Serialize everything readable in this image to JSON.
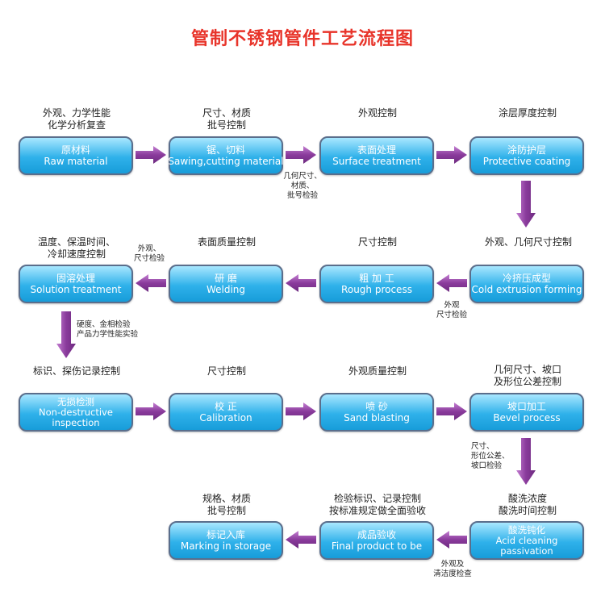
{
  "title": "管制不锈钢管件工艺流程图",
  "steps": [
    {
      "cn": "原材料",
      "en": "Raw material",
      "label": [
        "外观、力学性能",
        "化学分析复查"
      ]
    },
    {
      "cn": "锯、切料",
      "en": "Sawing,cutting material",
      "label": [
        "尺寸、材质",
        "批号控制"
      ]
    },
    {
      "cn": "表面处理",
      "en": "Surface treatment",
      "label": [
        "外观控制"
      ]
    },
    {
      "cn": "涂防护层",
      "en": "Protective coating",
      "label": [
        "涂层厚度控制"
      ]
    },
    {
      "cn": "冷挤压成型",
      "en": "Cold extrusion forming",
      "label": [
        "外观、几何尺寸控制"
      ]
    },
    {
      "cn": "粗 加 工",
      "en": "Rough process",
      "label": [
        "尺寸控制"
      ]
    },
    {
      "cn": "研 磨",
      "en": "Welding",
      "label": [
        "表面质量控制"
      ]
    },
    {
      "cn": "固溶处理",
      "en": "Solution treatment",
      "label": [
        "温度、保温时间、",
        "冷却速度控制"
      ]
    },
    {
      "cn": "无损检测",
      "en": [
        "Non-destructive",
        "inspection"
      ],
      "label": [
        "标识、探伤记录控制"
      ]
    },
    {
      "cn": "校 正",
      "en": "Calibration",
      "label": [
        "尺寸控制"
      ]
    },
    {
      "cn": "喷 砂",
      "en": "Sand blasting",
      "label": [
        "外观质量控制"
      ]
    },
    {
      "cn": "坡口加工",
      "en": "Bevel process",
      "label": [
        "几何尺寸、坡口",
        "及形位公差控制"
      ]
    },
    {
      "cn": "酸洗钝化",
      "en": [
        "Acid cleaning",
        "passivation"
      ],
      "label": [
        "酸洗浓度",
        "酸洗时间控制"
      ]
    },
    {
      "cn": "成品验收",
      "en": "Final product to be",
      "label": [
        "检验标识、记录控制",
        "按标准规定做全面验收"
      ]
    },
    {
      "cn": "标记入库",
      "en": "Marking in storage",
      "label": [
        "规格、材质",
        "批号控制"
      ]
    }
  ],
  "notes": {
    "n1": [
      "几何尺寸、",
      "材质、",
      "批号检验"
    ],
    "n2": [
      "外观、",
      "尺寸检验"
    ],
    "n3": [
      "外观",
      "尺寸检验"
    ],
    "n4": [
      "硬度、金相检验",
      "产品力学性能实验"
    ],
    "n5": [
      "尺寸、",
      "形位公差、",
      "坡口检验"
    ],
    "n6": [
      "外观及",
      "清洁度检查"
    ]
  },
  "colors": {
    "title": "#e8342a",
    "box": "#2fb1ea",
    "arrow": "#8a3b9c"
  }
}
